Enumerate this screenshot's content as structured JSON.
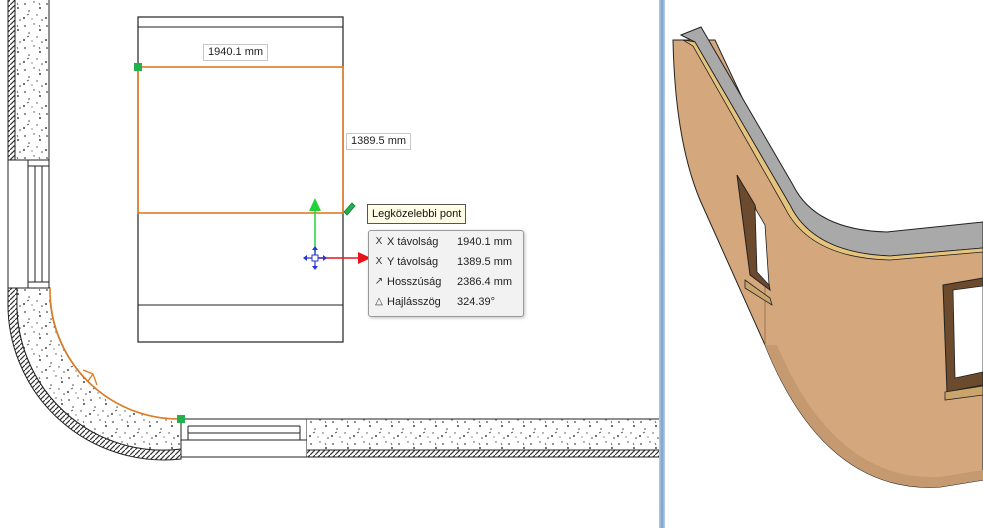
{
  "dimensions": {
    "width_label": "1940.1 mm",
    "height_label": "1389.5 mm"
  },
  "snap_tooltip": "Legközelebbi pont",
  "measure_info": [
    {
      "icon": "x-axis-icon",
      "glyph": "X",
      "label": "X távolság",
      "value": "1940.1 mm"
    },
    {
      "icon": "y-axis-icon",
      "glyph": "X",
      "label": "Y távolság",
      "value": "1389.5 mm"
    },
    {
      "icon": "length-icon",
      "glyph": "↗",
      "label": "Hosszúság",
      "value": "2386.4 mm"
    },
    {
      "icon": "angle-icon",
      "glyph": "△",
      "label": "Hajlásszög",
      "value": "324.39°"
    }
  ],
  "colors": {
    "selection": "#e07b22",
    "snap_marker": "#22b14c",
    "axis_x": "#e8141b",
    "axis_y": "#22d23a",
    "wall_3d": "#d4a77c",
    "wall_top": "#a9a9a9",
    "splitter": "#7aa2cf"
  }
}
